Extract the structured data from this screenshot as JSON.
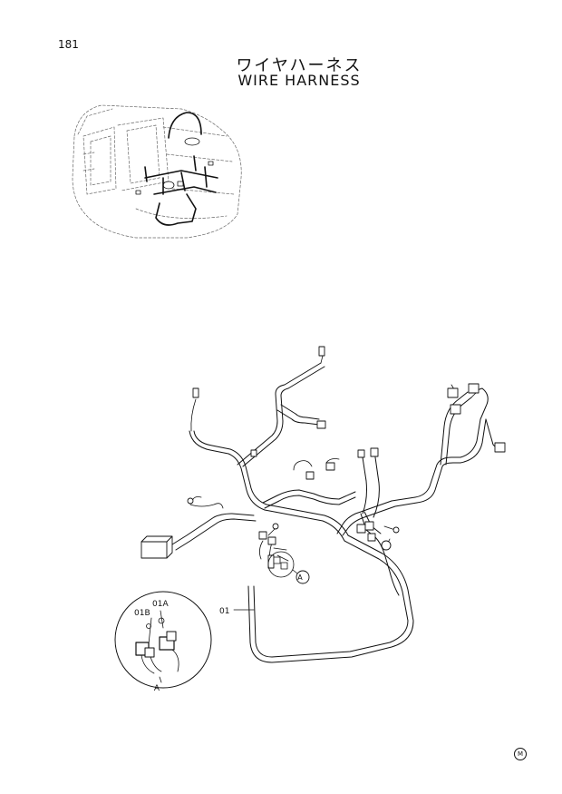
{
  "page": {
    "number": "181",
    "title_jp": "ワイヤハーネス",
    "title_en": "WIRE HARNESS",
    "corner_mark": "M"
  },
  "callouts": {
    "part_main": "01",
    "detail_ref": "A",
    "detail_label": "A",
    "part_01a": "01A",
    "part_01b": "01B"
  }
}
